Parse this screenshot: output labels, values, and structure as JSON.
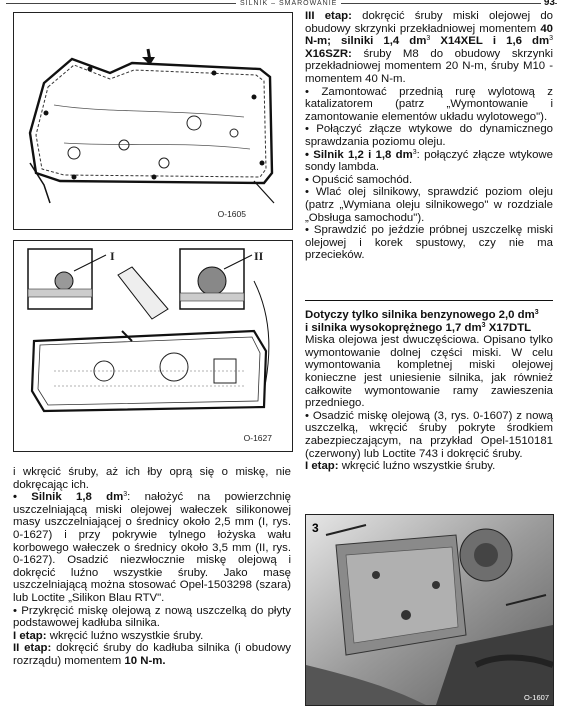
{
  "header": {
    "section_title": "Silnik – smarowanie",
    "page_number": "93"
  },
  "figures": {
    "fig1": {
      "code": "O-1605"
    },
    "fig2": {
      "code": "O-1627",
      "label_left": "I",
      "label_right": "II"
    },
    "fig3": {
      "code": "O-1607",
      "number": "3"
    }
  },
  "right_col_top": {
    "stage3_label": "III etap:",
    "stage3_text_a": "dokręcić śruby miski olejowej do obudowy skrzynki przekładniowej momentem",
    "stage3_torque": "40 N-m;",
    "stage3_engine1_a": "silniki 1,4 dm",
    "stage3_engine1_code": "X14XEL",
    "stage3_engine1_b": "i 1,6 dm",
    "stage3_engine1_code2": "X16SZR:",
    "stage3_text_b": "śruby M8 do obudowy skrzynki przekładniowej momentem 20 N-m, śruby M10 - momentem 40 N-m.",
    "bullet1": "• Zamontować przednią rurę wylotową z katalizatorem (patrz „Wymontowanie i zamontowanie elementów układu wylotowego\").",
    "bullet2": "• Połączyć złącze wtykowe do dynamicznego sprawdzania poziomu oleju.",
    "bullet3_label": "• Silnik 1,2 i 1,8 dm",
    "bullet3_text": ": połączyć złącze wtykowe sondy lambda.",
    "bullet4": "• Opuścić samochód.",
    "bullet5": "• Wlać olej silnikowy, sprawdzić poziom oleju (patrz „Wymiana oleju silnikowego\" w rozdziale „Obsługa samochodu\").",
    "bullet6": "• Sprawdzić po jeździe próbnej uszczelkę miski olejowej i korek spustowy, czy nie ma przecieków."
  },
  "right_col_mid": {
    "heading_line1_a": "Dotyczy tylko silnika benzynowego 2,0 dm",
    "heading_line2_a": "i silnika wysokoprężnego 1,7 dm",
    "heading_line2_code": "X17DTL",
    "para1": "Miska olejowa jest dwuczęściowa. Opisano tylko wymontowanie dolnej części miski. W celu wymontowania kompletnej miski olejowej konieczne jest uniesienie silnika, jak również całkowite wymontowanie ramy zawieszenia przedniego.",
    "bullet1": "• Osadzić miskę olejową (3, rys. 0-1607) z nową uszczelką, wkręcić śruby pokryte środkiem zabezpieczającym, na przykład Opel-1510181 (czerwony) lub Loctite 743 i dokręcić śruby.",
    "stage1_label": "I etap:",
    "stage1_text": "wkręcić luźno wszystkie śruby."
  },
  "left_col_bottom": {
    "line1": "i wkręcić śruby, aż ich łby oprą się o miskę, nie dokręcając ich.",
    "silnik_label": "• Silnik 1,8 dm",
    "silnik_text": ": nałożyć na powierzchnię uszczelniającą miski olejowej wałeczek silikonowej masy uszczelniającej o średnicy około 2,5 mm (I, rys. 0-1627) i przy pokrywie tylnego łożyska wału korbowego wałeczek o średnicy około 3,5 mm (II, rys. 0-1627). Osadzić niezwłocznie miskę olejową i dokręcić luźno wszystkie śruby. Jako masę uszczelniającą można stosować Opel-1503298 (szara) lub Loctite „Silikon Blau RTV\".",
    "bullet2": "• Przykręcić miskę olejową z nową uszczelką do płyty podstawowej kadłuba silnika.",
    "stage1_label": "I etap:",
    "stage1_text": "wkręcić luźno wszystkie śruby.",
    "stage2_label": "II etap:",
    "stage2_text": "dokręcić śruby do kadłuba silnika (i obudowy rozrządu) momentem",
    "stage2_torque": "10 N-m."
  },
  "superscript": "3"
}
